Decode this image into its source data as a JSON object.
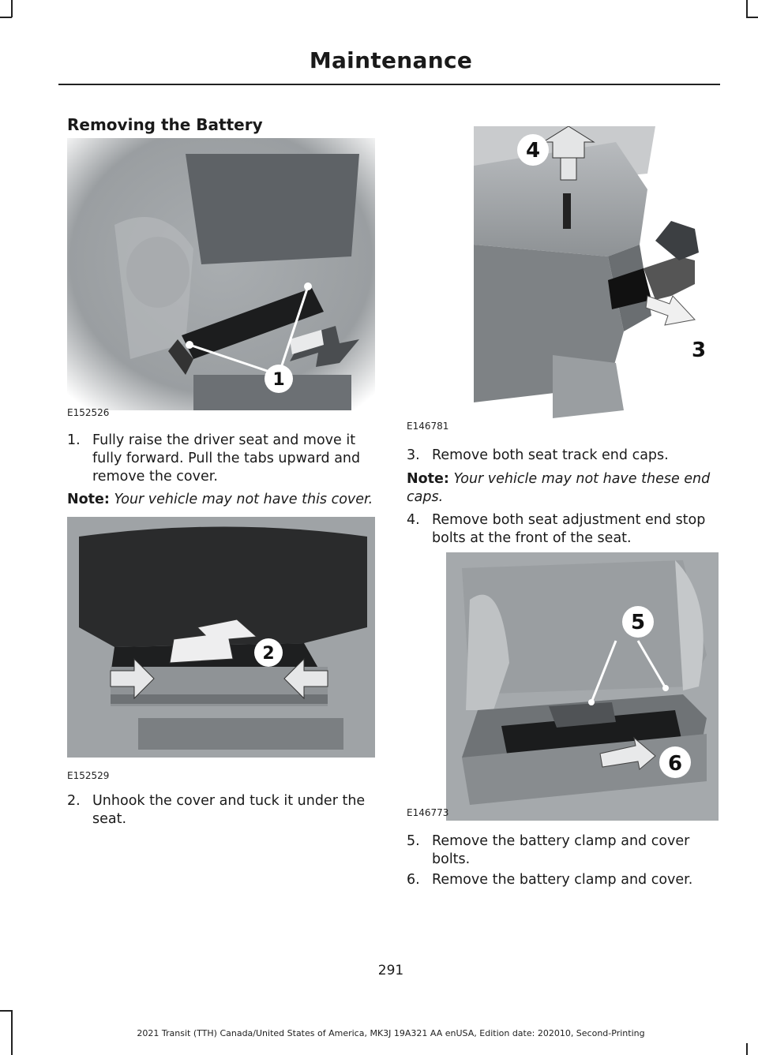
{
  "header": {
    "title": "Maintenance"
  },
  "section_title": "Removing the Battery",
  "figures": {
    "fig1": {
      "code": "E152526",
      "callouts": [
        "1"
      ]
    },
    "fig2": {
      "code": "E152529",
      "callouts": [
        "2"
      ]
    },
    "fig3": {
      "code": "E146781",
      "callouts": [
        "4",
        "3"
      ]
    },
    "fig4": {
      "code": "E146773",
      "callouts": [
        "5",
        "6"
      ]
    }
  },
  "steps": [
    {
      "num": "1.",
      "text": "Fully raise the driver seat and move it fully forward. Pull the tabs upward and remove the cover."
    },
    {
      "num": "2.",
      "text": "Unhook the cover and tuck it under the seat."
    },
    {
      "num": "3.",
      "text": "Remove both seat track end caps."
    },
    {
      "num": "4.",
      "text": "Remove both seat adjustment end stop bolts at the front of the seat."
    },
    {
      "num": "5.",
      "text": "Remove the battery clamp and cover bolts."
    },
    {
      "num": "6.",
      "text": "Remove the battery clamp and cover."
    }
  ],
  "notes": [
    {
      "label": "Note:",
      "text": "Your vehicle may not have this cover."
    },
    {
      "label": "Note:",
      "text": "Your vehicle may not have these end caps."
    }
  ],
  "page_number": "291",
  "footer": "2021 Transit (TTH) Canada/United States of America, MK3J 19A321 AA enUSA, Edition date: 202010, Second-Printing"
}
